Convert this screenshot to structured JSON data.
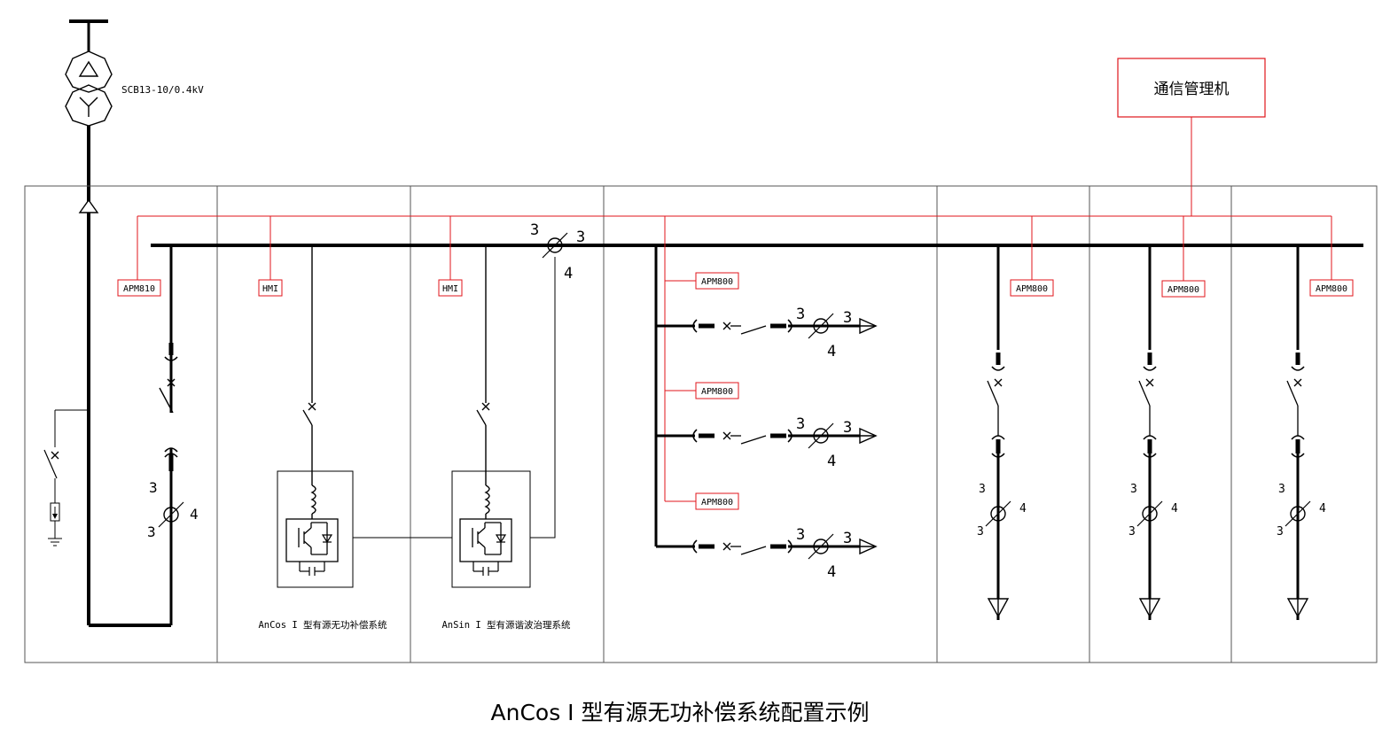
{
  "transformer": {
    "model": "SCB13-10/0.4kV"
  },
  "comm_manager": {
    "label": "通信管理机"
  },
  "devices": {
    "apm810": "APM810",
    "hmi1": "HMI",
    "hmi2": "HMI",
    "apm800_f1": "APM800",
    "apm800_f2": "APM800",
    "apm800_f3": "APM800",
    "apm800_o1": "APM800",
    "apm800_o2": "APM800",
    "apm800_o3": "APM800"
  },
  "systems": {
    "ancos": "AnCos I 型有源无功补偿系统",
    "ansin": "AnSin I 型有源谐波治理系统"
  },
  "ct_labels": {
    "three": "3",
    "four": "4"
  },
  "title": "AnCos I 型有源无功补偿系统配置示例",
  "colors": {
    "signal": "#e0161b",
    "line": "#000000"
  }
}
